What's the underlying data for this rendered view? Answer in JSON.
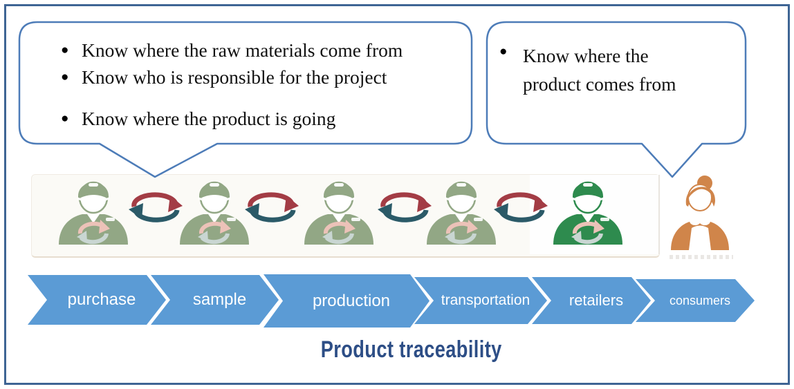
{
  "title": "Product traceability",
  "glyphs": {
    "bullet": "●"
  },
  "left_bubble": {
    "items": [
      "Know where the raw materials come from",
      "Know who is responsible for the project",
      "Know where the product is going"
    ]
  },
  "right_bubble": {
    "lines": [
      "Know where the",
      "product comes from"
    ]
  },
  "chevrons": [
    "purchase",
    "sample",
    "production",
    "transportation",
    "retailers",
    "consumers"
  ],
  "icons": {
    "workers": [
      "worker-icon",
      "worker-icon",
      "worker-icon",
      "worker-icon",
      "worker-icon"
    ],
    "cycles": [
      "cycle-arrows-icon",
      "cycle-arrows-icon",
      "cycle-arrows-icon",
      "cycle-arrows-icon"
    ],
    "consumer": "consumer-woman-icon"
  },
  "colors": {
    "frame_border": "#3e6494",
    "bubble_border": "#4d7cb8",
    "chevron_blue": "#5b9bd5",
    "title_blue": "#2d4e86",
    "worker_green_light": "#92a785",
    "worker_green_dark": "#2e8b4e",
    "consumer_orange": "#d0854a",
    "cycle_red": "#a33c45",
    "cycle_teal": "#2b5a68"
  }
}
